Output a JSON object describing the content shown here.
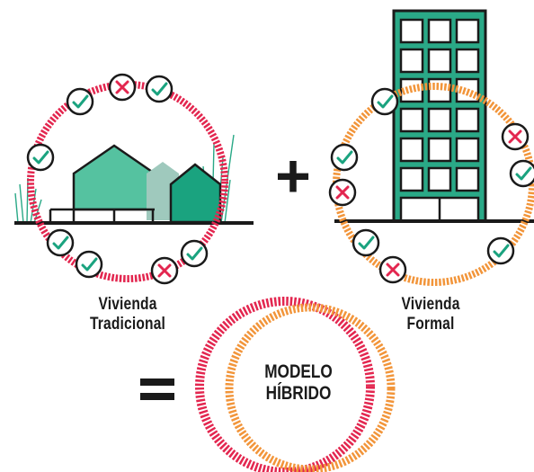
{
  "colors": {
    "traditional_ring": "#e3264f",
    "formal_ring": "#f2953a",
    "green_light": "#55c2a0",
    "green_dark": "#1aa37f",
    "building": "#2aa987",
    "check": "#1aa37f",
    "cross": "#e3264f",
    "ink": "#1a1a1a"
  },
  "labels": {
    "traditional_line1": "Vivienda",
    "traditional_line2": "Tradicional",
    "formal_line1": "Vivienda",
    "formal_line2": "Formal",
    "hybrid_line1": "MODELO",
    "hybrid_line2": "HÍBRIDO"
  },
  "operators": {
    "plus": "+",
    "equals": "="
  },
  "icons": {
    "check": "check-icon",
    "cross": "cross-icon"
  }
}
